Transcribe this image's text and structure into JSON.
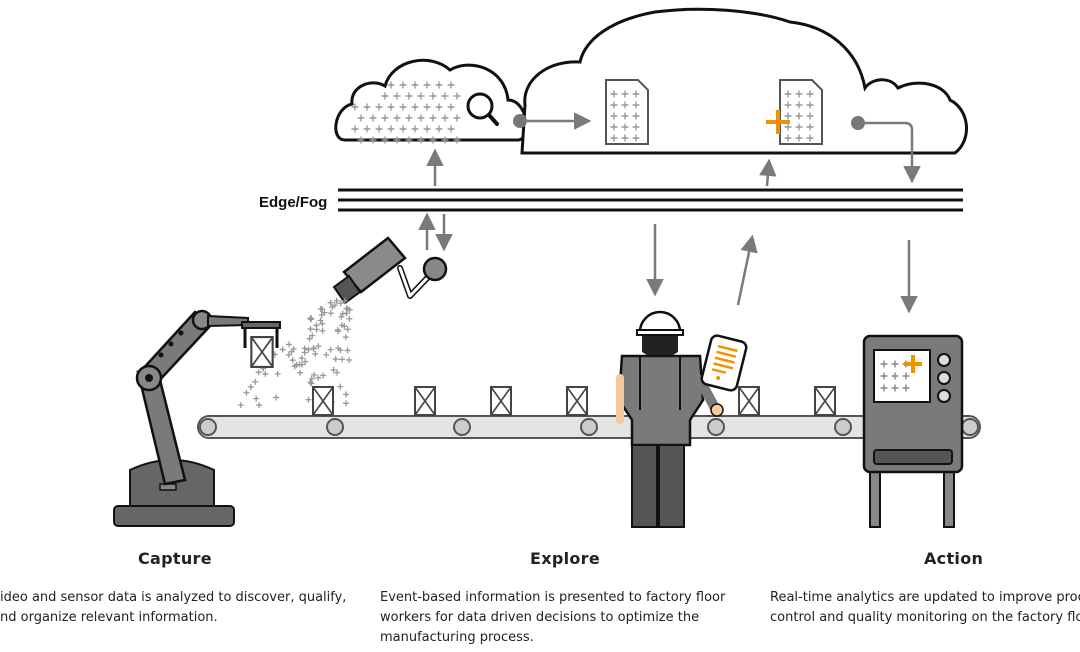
{
  "edge_label": "Edge/Fog",
  "stages": [
    {
      "title": "Capture",
      "description": "ideo and sensor data is analyzed to discover, qualify,\nnd organize relevant information."
    },
    {
      "title": "Explore",
      "description": "Event-based information is presented to factory floor\nworkers for data driven decisions to optimize the\nmanufacturing process."
    },
    {
      "title": "Action",
      "description": "Real-time analytics are updated to improve proces\ncontrol and quality monitoring on the factory floor."
    }
  ],
  "colors": {
    "outline": "#111111",
    "gray": "#7a7a7a",
    "dark_gray": "#555555",
    "orange": "#f29200",
    "belt": "#e4e4e4",
    "skin": "#f5c9a0"
  }
}
